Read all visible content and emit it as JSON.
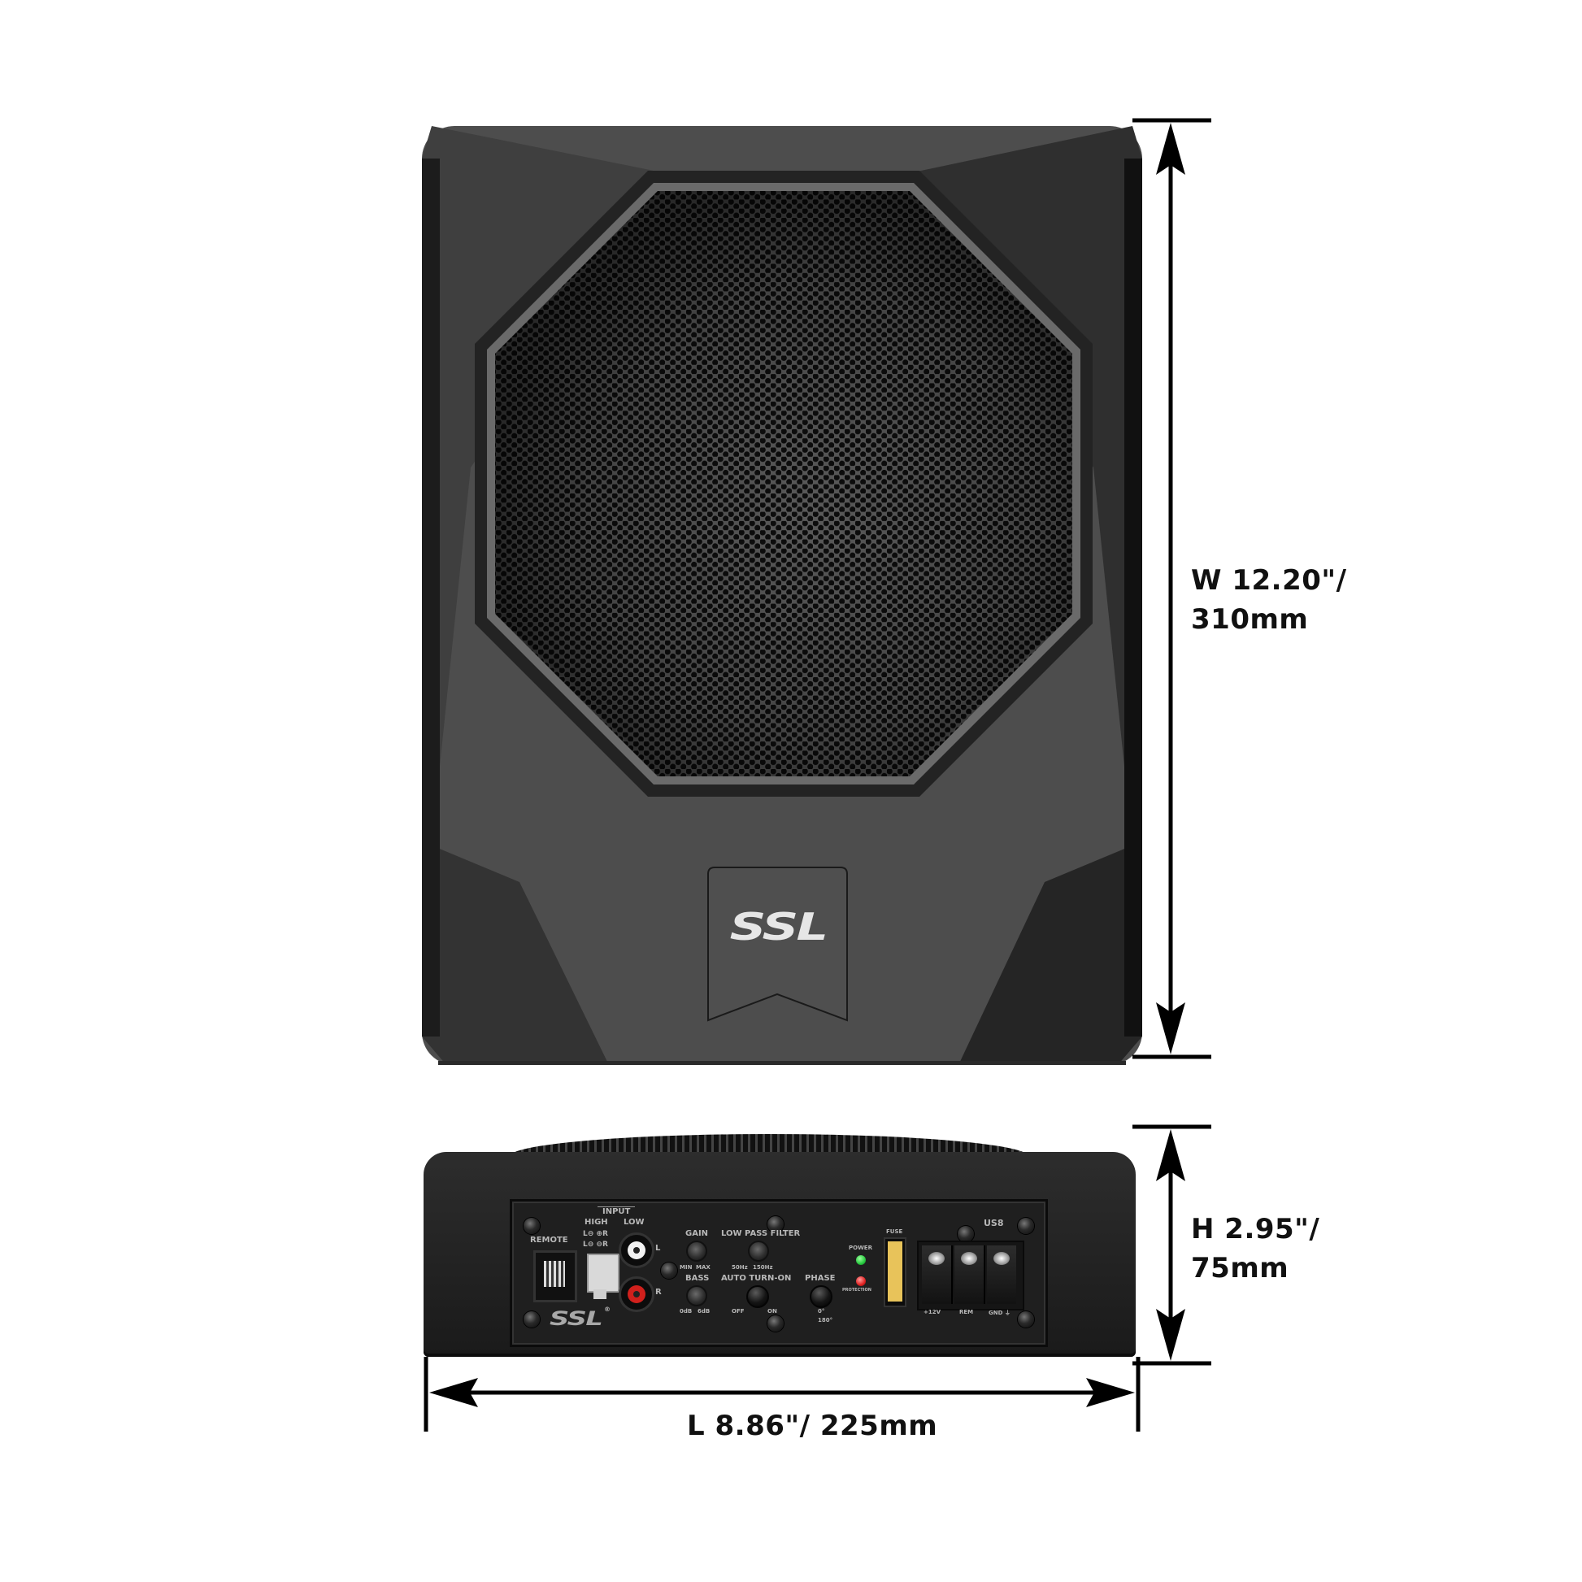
{
  "product": {
    "brand": "SSL",
    "model": "US8",
    "colors": {
      "body": "#4a4a4a",
      "body_dark": "#2b2b2b",
      "grille": "#1c1c1c",
      "panel": "#1e1e1e",
      "power_led": "#27c93f",
      "protection_led": "#e02020",
      "fuse": "#e8c35a",
      "rca_left": "#ffffff",
      "rca_right": "#d0201c"
    }
  },
  "top_view": {
    "logo": "SSL"
  },
  "side_panel": {
    "model_label": "US8",
    "remote_label": "REMOTE",
    "input_label": "INPUT",
    "high_label": "HIGH",
    "low_label": "LOW",
    "high_row1": "L⊖  ⊕R",
    "high_row2": "L⊖  ⊖R",
    "rca_left_label": "L",
    "rca_right_label": "R",
    "gain_label": "GAIN",
    "gain_min": "MIN",
    "gain_max": "MAX",
    "lpf_label": "LOW PASS FILTER",
    "lpf_min": "50Hz",
    "lpf_max": "150Hz",
    "bass_label": "BASS",
    "bass_min": "0dB",
    "bass_max": "6dB",
    "auto_label": "AUTO TURN-ON",
    "auto_off": "OFF",
    "auto_on": "ON",
    "phase_label": "PHASE",
    "phase_0": "0°",
    "phase_180": "180°",
    "power_label": "POWER",
    "protection_label": "PROTECTION",
    "fuse_label": "FUSE",
    "terminals": [
      "+12V",
      "REM",
      "GND ⏚"
    ],
    "logo": "SSL",
    "registered": "®"
  },
  "dimensions": {
    "width": "W 12.20\"/\n310mm",
    "height": "H 2.95\"/\n75mm",
    "length": "L 8.86\"/ 225mm"
  }
}
